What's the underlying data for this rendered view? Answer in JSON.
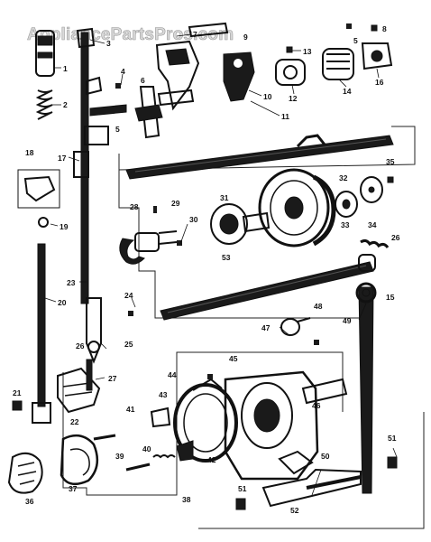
{
  "watermark": {
    "text": "AppliancePartsPros.com",
    "fill": "#d9d9d9",
    "stroke": "#9a9a9a"
  },
  "callouts": {
    "c1": "1",
    "c2": "2",
    "c3": "3",
    "c4": "4",
    "c5a": "5",
    "c5b": "5",
    "c6": "6",
    "c7": "7",
    "c8": "8",
    "c9": "9",
    "c10": "10",
    "c11": "11",
    "c12": "12",
    "c13": "13",
    "c14": "14",
    "c15": "15",
    "c16": "16",
    "c17": "17",
    "c18": "18",
    "c19": "19",
    "c20": "20",
    "c21": "21",
    "c22": "22",
    "c23": "23",
    "c24": "24",
    "c25": "25",
    "c26a": "26",
    "c26b": "26",
    "c27": "27",
    "c28": "28",
    "c29": "29",
    "c30": "30",
    "c31": "31",
    "c32": "32",
    "c33": "33",
    "c34": "34",
    "c35": "35",
    "c36": "36",
    "c37": "37",
    "c38": "38",
    "c39": "39",
    "c40": "40",
    "c41": "41",
    "c42": "42",
    "c43": "43",
    "c44": "44",
    "c45": "45",
    "c46": "46",
    "c47": "47",
    "c48": "48",
    "c49": "49",
    "c50": "50",
    "c51a": "51",
    "c51b": "51",
    "c52": "52",
    "c53": "53"
  }
}
